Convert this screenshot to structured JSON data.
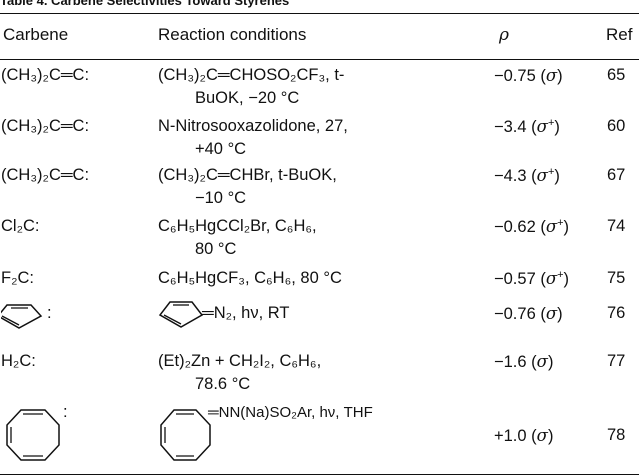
{
  "caption": "Table 4. Carbene Selectivities Toward Styrenes",
  "headers": {
    "carbene": "Carbene",
    "conditions": "Reaction conditions",
    "rho": "ρ",
    "ref": "Ref"
  },
  "rows": [
    {
      "c1": "(CH₃)₂C═C:",
      "l1": "(CH₃)₂C═CHOSO₂CF₃, t-",
      "l2": "BuOK, −20 °C",
      "rho": "−0.75",
      "sig": "σ",
      "sup": "",
      "ref": "65"
    },
    {
      "c1": "(CH₃)₂C═C:",
      "l1": "N-Nitrosooxazolidone, 27,",
      "l2": "+40 °C",
      "rho": "−3.4",
      "sig": "σ",
      "sup": "+",
      "ref": "60"
    },
    {
      "c1": "(CH₃)₂C═C:",
      "l1": "(CH₃)₂C═CHBr, t-BuOK,",
      "l2": "−10 °C",
      "rho": "−4.3",
      "sig": "σ",
      "sup": "+",
      "ref": "67"
    },
    {
      "c1": "Cl₂C:",
      "l1": "C₆H₅HgCCl₂Br, C₆H₆,",
      "l2": "80 °C",
      "rho": "−0.62",
      "sig": "σ",
      "sup": "+",
      "ref": "74"
    },
    {
      "c1": "F₂C:",
      "l1": "C₆H₅HgCF₃, C₆H₆, 80 °C",
      "l2": "",
      "rho": "−0.57",
      "sig": "σ",
      "sup": "+",
      "ref": "75"
    },
    {
      "c1": ":",
      "l1": "═N₂, hν, RT",
      "l2": "",
      "rho": "−0.76",
      "sig": "σ",
      "sup": "",
      "ref": "76"
    },
    {
      "c1": "H₂C:",
      "l1": "(Et)₂Zn + CH₂I₂, C₆H₆,",
      "l2": "78.6 °C",
      "rho": "−1.6",
      "sig": "σ",
      "sup": "",
      "ref": "77"
    },
    {
      "c1": ":",
      "l1": "═NN(Na)SO₂Ar, hν, THF",
      "l2": "",
      "rho": "+1.0",
      "sig": "σ",
      "sup": "",
      "ref": "78"
    }
  ]
}
